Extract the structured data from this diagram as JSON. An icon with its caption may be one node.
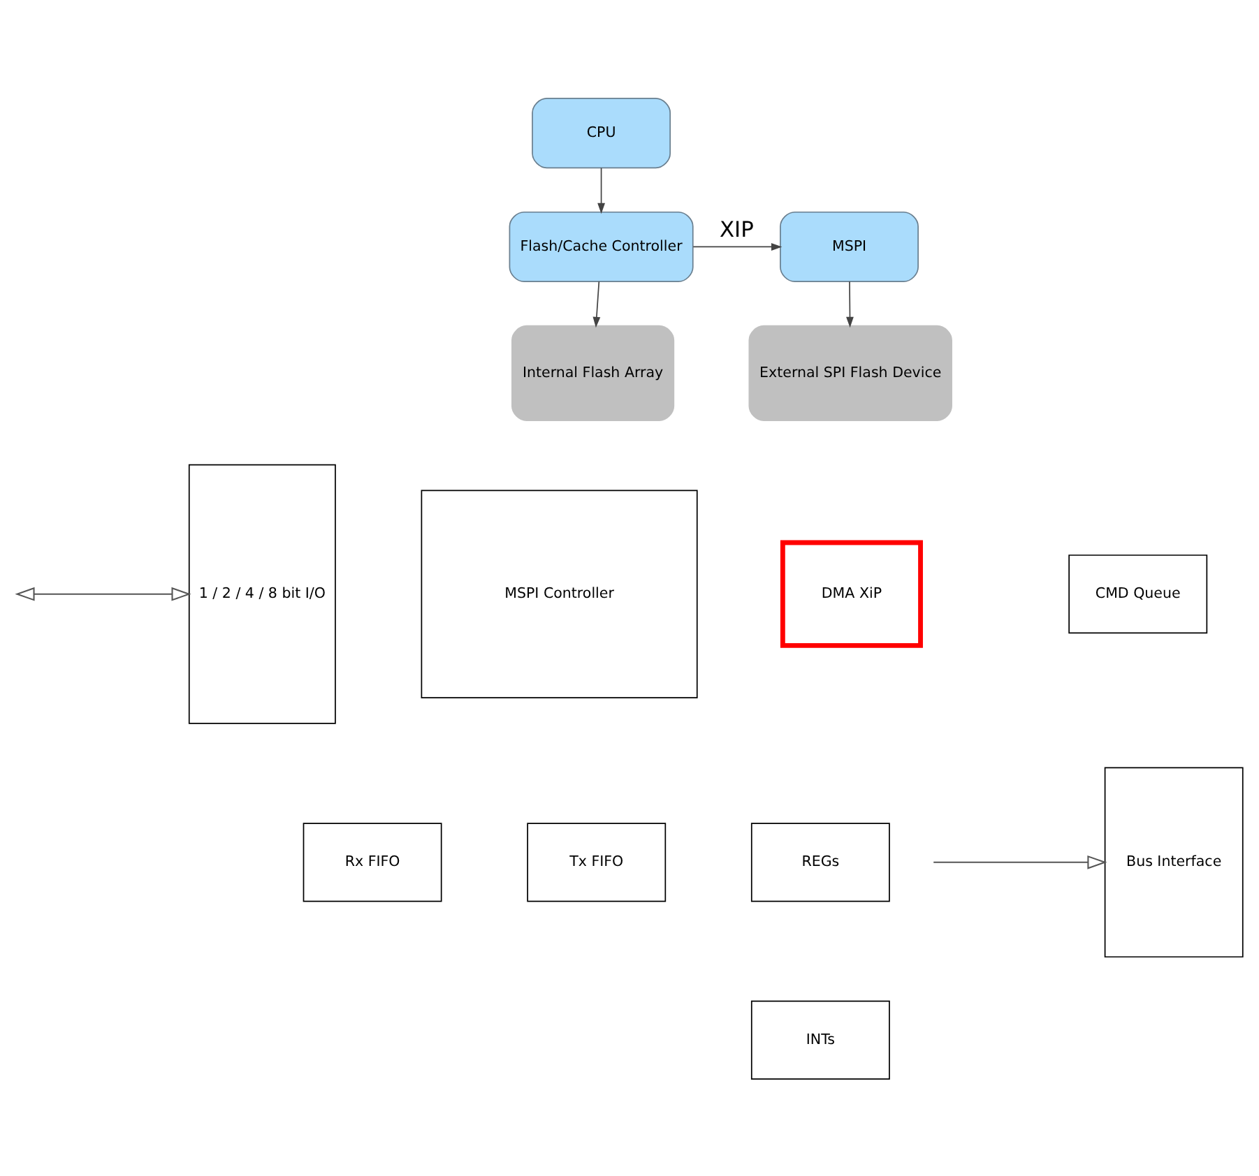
{
  "diagram": {
    "nodes": [
      {
        "text": [
          "CPU"
        ]
      },
      {
        "text": [
          "Flash/Cache Controller"
        ]
      },
      {
        "text": [
          "MSPI"
        ]
      },
      {
        "text": [
          "Internal Flash Array"
        ]
      },
      {
        "text": [
          "External SPI Flash Device"
        ]
      },
      {
        "text": [
          "1 / 2 / 4 / 8 bit I/O"
        ]
      },
      {
        "text": [
          "MSPI Controller"
        ]
      },
      {
        "text": [
          "DMA XiP"
        ]
      },
      {
        "text": [
          "CMD Queue"
        ]
      },
      {
        "text": [
          "REGs"
        ]
      },
      {
        "text": [
          "Bus Interface"
        ]
      },
      {
        "text": [
          "Rx FIFO"
        ]
      },
      {
        "text": [
          "Tx FIFO"
        ]
      },
      {
        "text": [
          "INTs"
        ]
      }
    ],
    "edges": [
      {
        "from": 0,
        "to": 1,
        "arrow": "to"
      },
      {
        "from": 1,
        "to": 2,
        "arrow": "to",
        "label": "XIP"
      },
      {
        "from": 1,
        "to": 3,
        "arrow": "to"
      },
      {
        "from": 2,
        "to": 4,
        "arrow": "to"
      },
      {
        "from": null,
        "to": 5,
        "arrow": "both"
      },
      {
        "from": null,
        "to": 10,
        "arrow": "to"
      }
    ]
  }
}
